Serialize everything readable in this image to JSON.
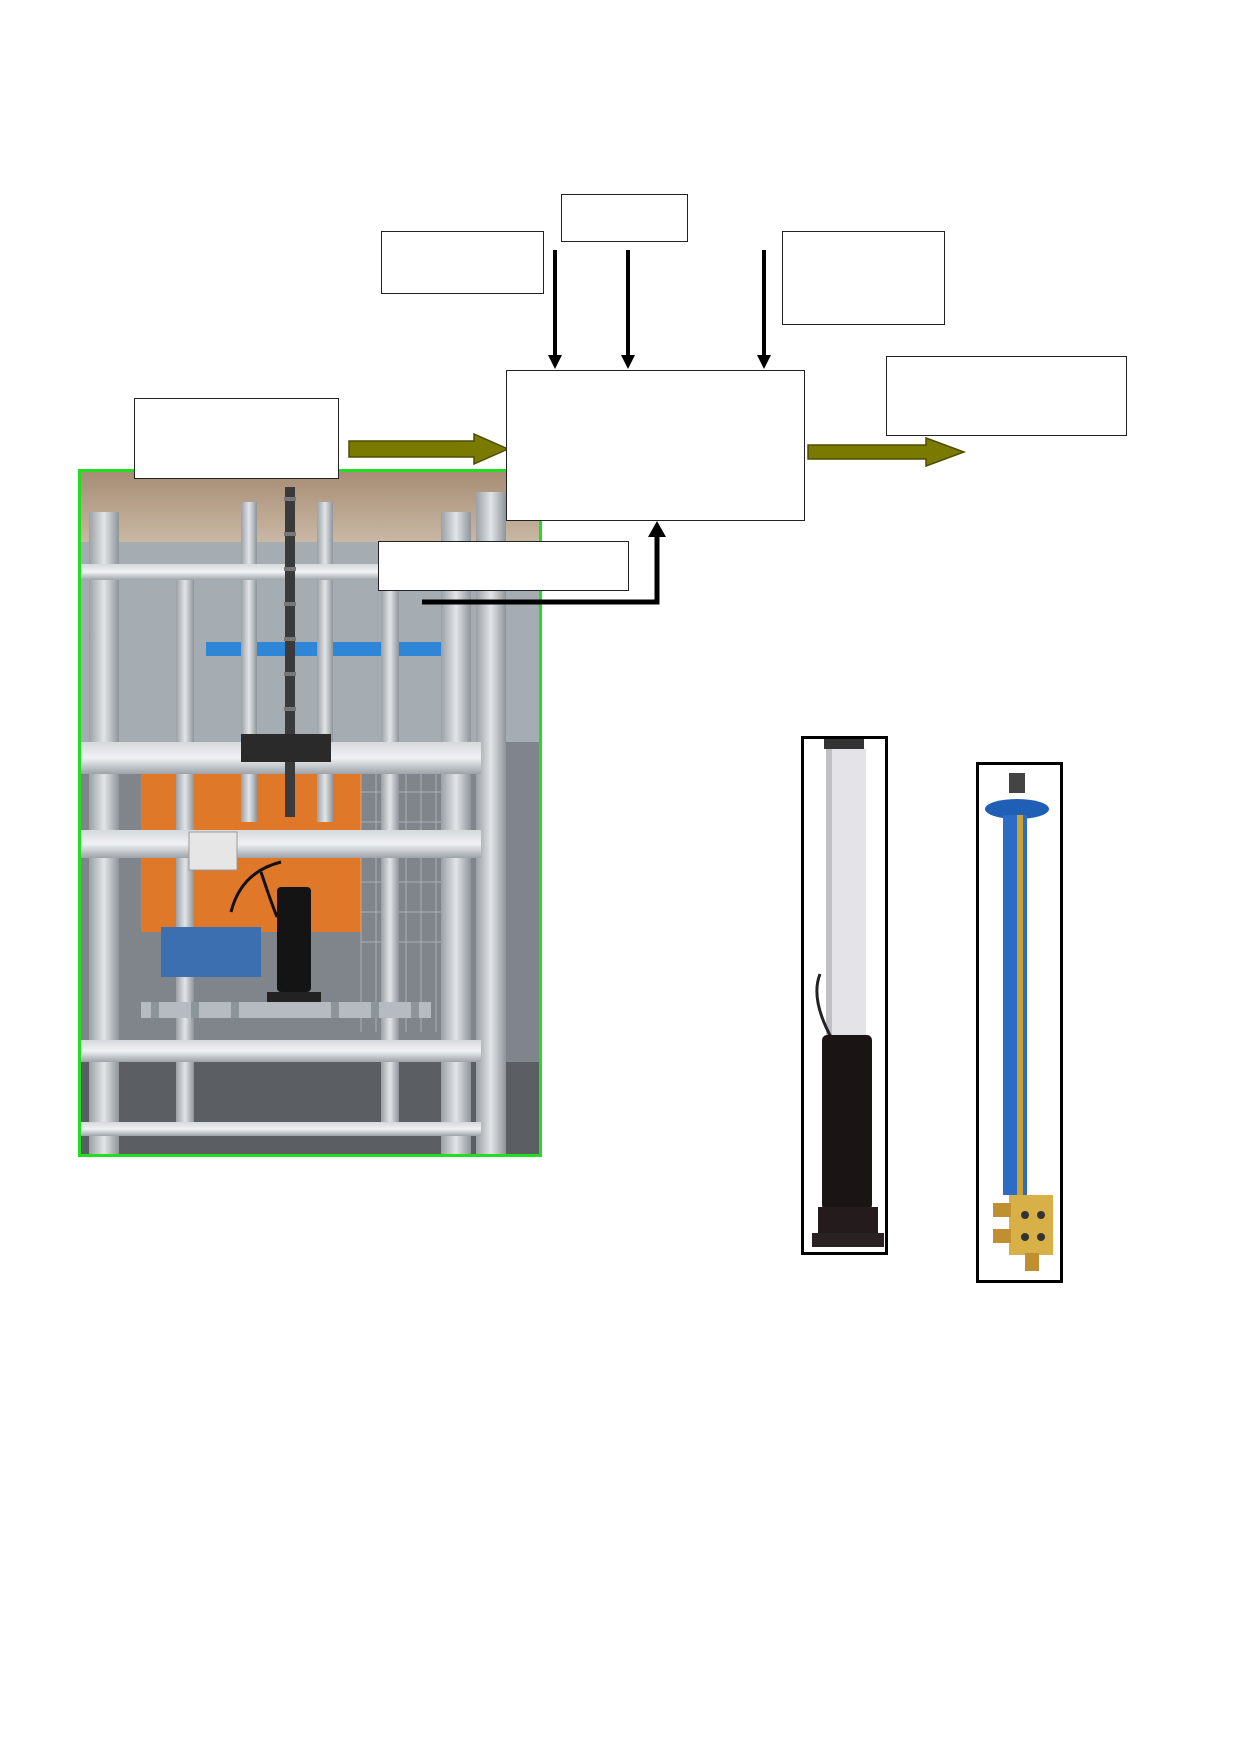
{
  "diagram": {
    "boxes": {
      "input_top_left": "",
      "input_top_center": "",
      "input_top_right": "",
      "input_left": "",
      "process": "",
      "output_right": "",
      "input_bottom": ""
    }
  },
  "colors": {
    "flow_arrow": "#7a7a00",
    "control_arrow": "#000000",
    "photo_frame": "#22dd22",
    "photo_border": "#000000"
  },
  "photos": {
    "machine": "test-rig-photo",
    "motor": "stepper-motor-photo",
    "cylinder": "hydraulic-cylinder-photo"
  }
}
